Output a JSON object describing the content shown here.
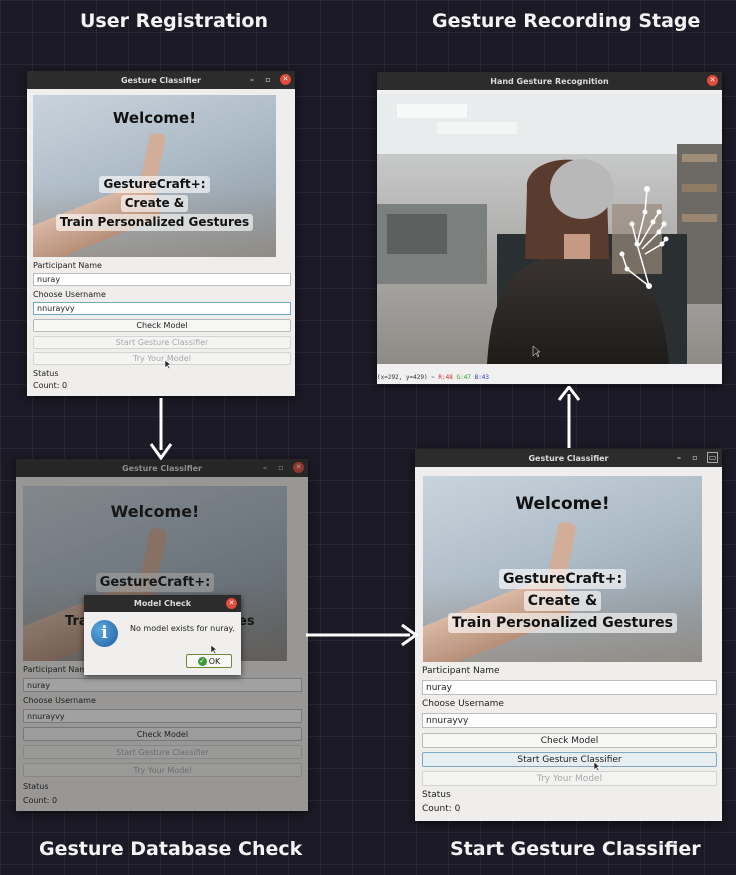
{
  "stages": {
    "user_registration": "User Registration",
    "gesture_recording": "Gesture Recording Stage",
    "database_check": "Gesture Database Check",
    "start_classifier": "Start Gesture Classifier"
  },
  "app": {
    "window_title": "Gesture Classifier",
    "welcome": "Welcome!",
    "banner_line1": "GestureCraft+:",
    "banner_line2": "Create &",
    "banner_line3": "Train Personalized Gestures",
    "participant_label": "Participant Name",
    "username_label": "Choose Username",
    "check_model": "Check Model",
    "start_classifier": "Start Gesture Classifier",
    "try_model": "Try Your Model",
    "status_label": "Status",
    "count": "Count: 0"
  },
  "panel1": {
    "participant_value": "nuray",
    "username_value": "nnurayvy"
  },
  "panel3": {
    "participant_value": "nuray",
    "username_value": "nnurayvy"
  },
  "panel4": {
    "participant_value": "nuray",
    "username_value": "nnurayvy"
  },
  "dialog": {
    "title": "Model Check",
    "message": "No model exists for nuray.",
    "ok": "OK",
    "partial_under_1": "Tra",
    "partial_under_2": "es",
    "partial_participant": "Participant Nam"
  },
  "recognition": {
    "window_title": "Hand Gesture Recognition",
    "coords": "(x=292, y=429) ~",
    "r": "R:48",
    "g": "G:47",
    "b": "B:43"
  },
  "icons": {
    "close": "close-icon",
    "minimize": "minimize-icon",
    "maximize": "maximize-icon",
    "info": "info-icon",
    "check": "check-icon",
    "cursor": "cursor-icon"
  },
  "colors": {
    "close_button": "#e04b3c",
    "arrow": "#ffffff",
    "background": "#1c1a26",
    "focus_border": "#6fa7c4"
  }
}
